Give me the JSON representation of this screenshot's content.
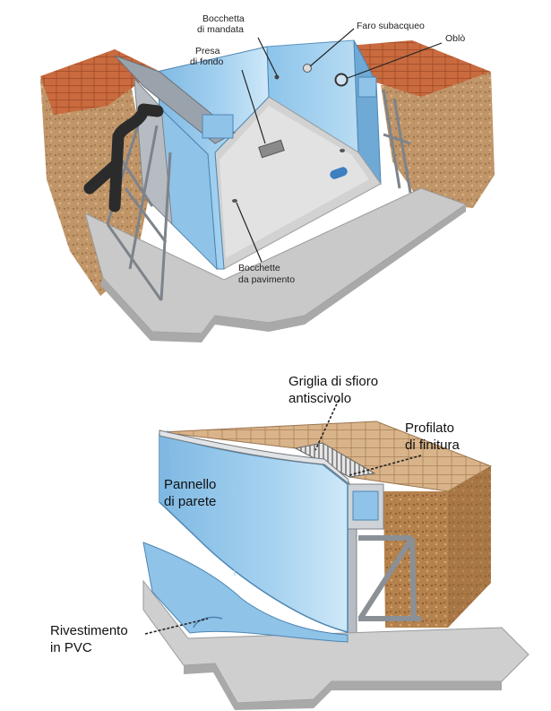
{
  "top_diagram": {
    "labels": {
      "bocchetta_mandata": [
        "Bocchetta",
        "di mandata"
      ],
      "faro_subacqueo": "Faro subacqueo",
      "oblo": "Oblò",
      "presa_di_fondo": [
        "Presa",
        "di fondo"
      ],
      "bocchette_pavimento": [
        "Bocchette",
        "da pavimento"
      ]
    }
  },
  "bottom_diagram": {
    "labels": {
      "griglia": [
        "Griglia di sfioro",
        "antiscivolo"
      ],
      "profilato": [
        "Profilato",
        "di finitura"
      ],
      "pannello": [
        "Pannello",
        "di parete"
      ],
      "rivestimento": [
        "Rivestimento",
        "in PVC"
      ]
    }
  },
  "colors": {
    "liner_blue": "#a9d4ef",
    "liner_dark": "#7fb8e0",
    "concrete": "#c9c9c9",
    "soil": "#b98a55",
    "tile": "#c8643a",
    "steel": "#b7bcc2",
    "pipe": "#2b2b2b"
  }
}
